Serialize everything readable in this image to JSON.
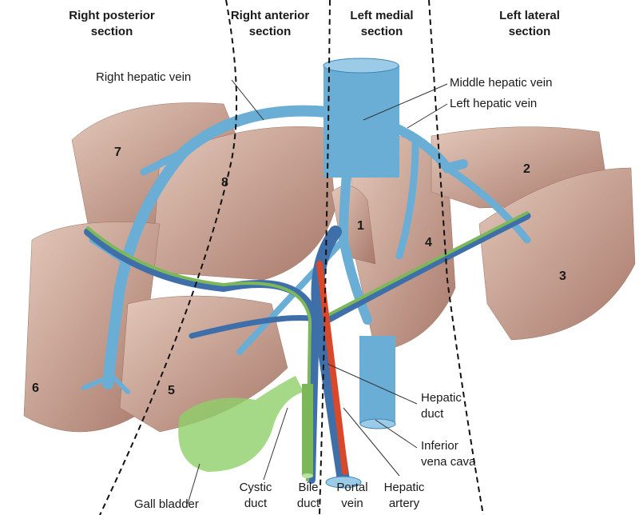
{
  "sections": [
    "Right posterior section",
    "Right anterior section",
    "Left medial section",
    "Left lateral section"
  ],
  "section_lines": [
    [
      "Right posterior",
      "section"
    ],
    [
      "Right anterior",
      "section"
    ],
    [
      "Left medial",
      "section"
    ],
    [
      "Left lateral",
      "section"
    ]
  ],
  "segments": [
    "1",
    "2",
    "3",
    "4",
    "5",
    "6",
    "7",
    "8"
  ],
  "labels": {
    "right_hepatic_vein": "Right hepatic vein",
    "middle_hepatic_vein": "Middle hepatic vein",
    "left_hepatic_vein": "Left hepatic vein",
    "hepatic_duct": [
      "Hepatic",
      "duct"
    ],
    "inferior_vena_cava": [
      "Inferior",
      "vena cava"
    ],
    "gall_bladder": "Gall bladder",
    "cystic_duct": [
      "Cystic",
      "duct"
    ],
    "bile_duct": [
      "Bile",
      "duct"
    ],
    "portal_vein": [
      "Portal",
      "vein"
    ],
    "hepatic_artery": [
      "Hepatic",
      "artery"
    ]
  },
  "colors": {
    "liver": "#b98b78",
    "liver_light": "#d9bcae",
    "vein": "#6aaed6",
    "portal": "#3f6fa8",
    "artery": "#d9482b",
    "bile": "#7cb85a"
  }
}
